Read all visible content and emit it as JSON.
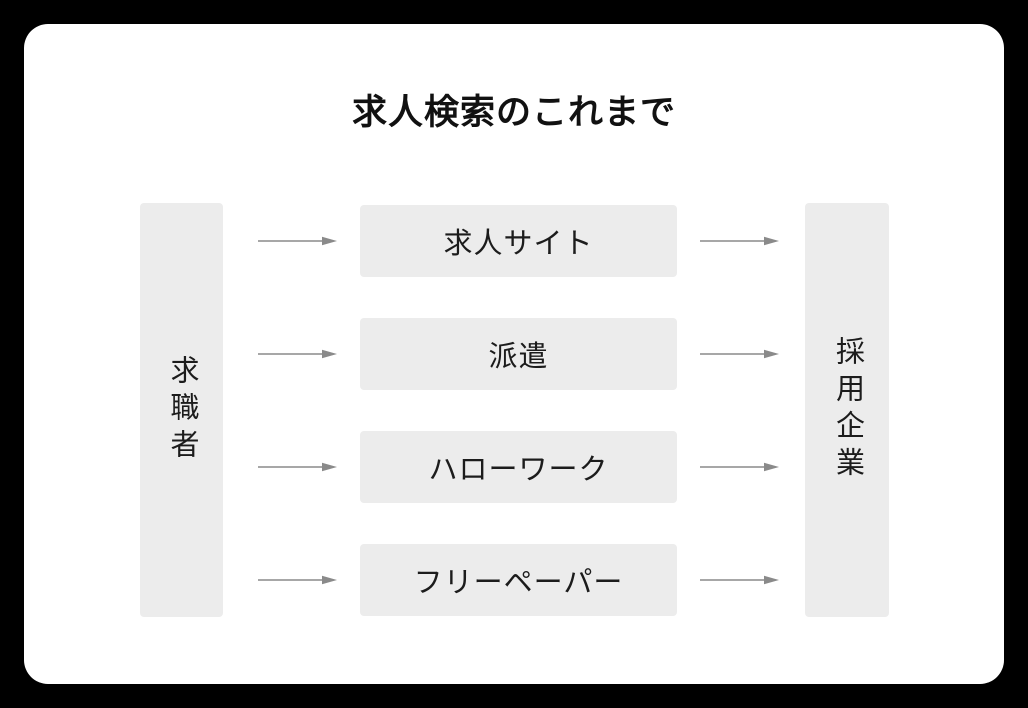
{
  "title": "求人検索のこれまで",
  "diagram": {
    "left_node": {
      "label": "求職者"
    },
    "right_node": {
      "label": "採用企業"
    },
    "channels": [
      {
        "label": "求人サイト"
      },
      {
        "label": "派遣"
      },
      {
        "label": "ハローワーク"
      },
      {
        "label": "フリーペーパー"
      }
    ],
    "flow": [
      {
        "from": "求職者",
        "via": "求人サイト",
        "to": "採用企業"
      },
      {
        "from": "求職者",
        "via": "派遣",
        "to": "採用企業"
      },
      {
        "from": "求職者",
        "via": "ハローワーク",
        "to": "採用企業"
      },
      {
        "from": "求職者",
        "via": "フリーペーパー",
        "to": "採用企業"
      }
    ],
    "colors": {
      "page_background": "#000000",
      "card_background": "#ffffff",
      "node_fill": "#ececec",
      "text": "#1c1c1c",
      "arrow": "#8a8a8a"
    }
  }
}
